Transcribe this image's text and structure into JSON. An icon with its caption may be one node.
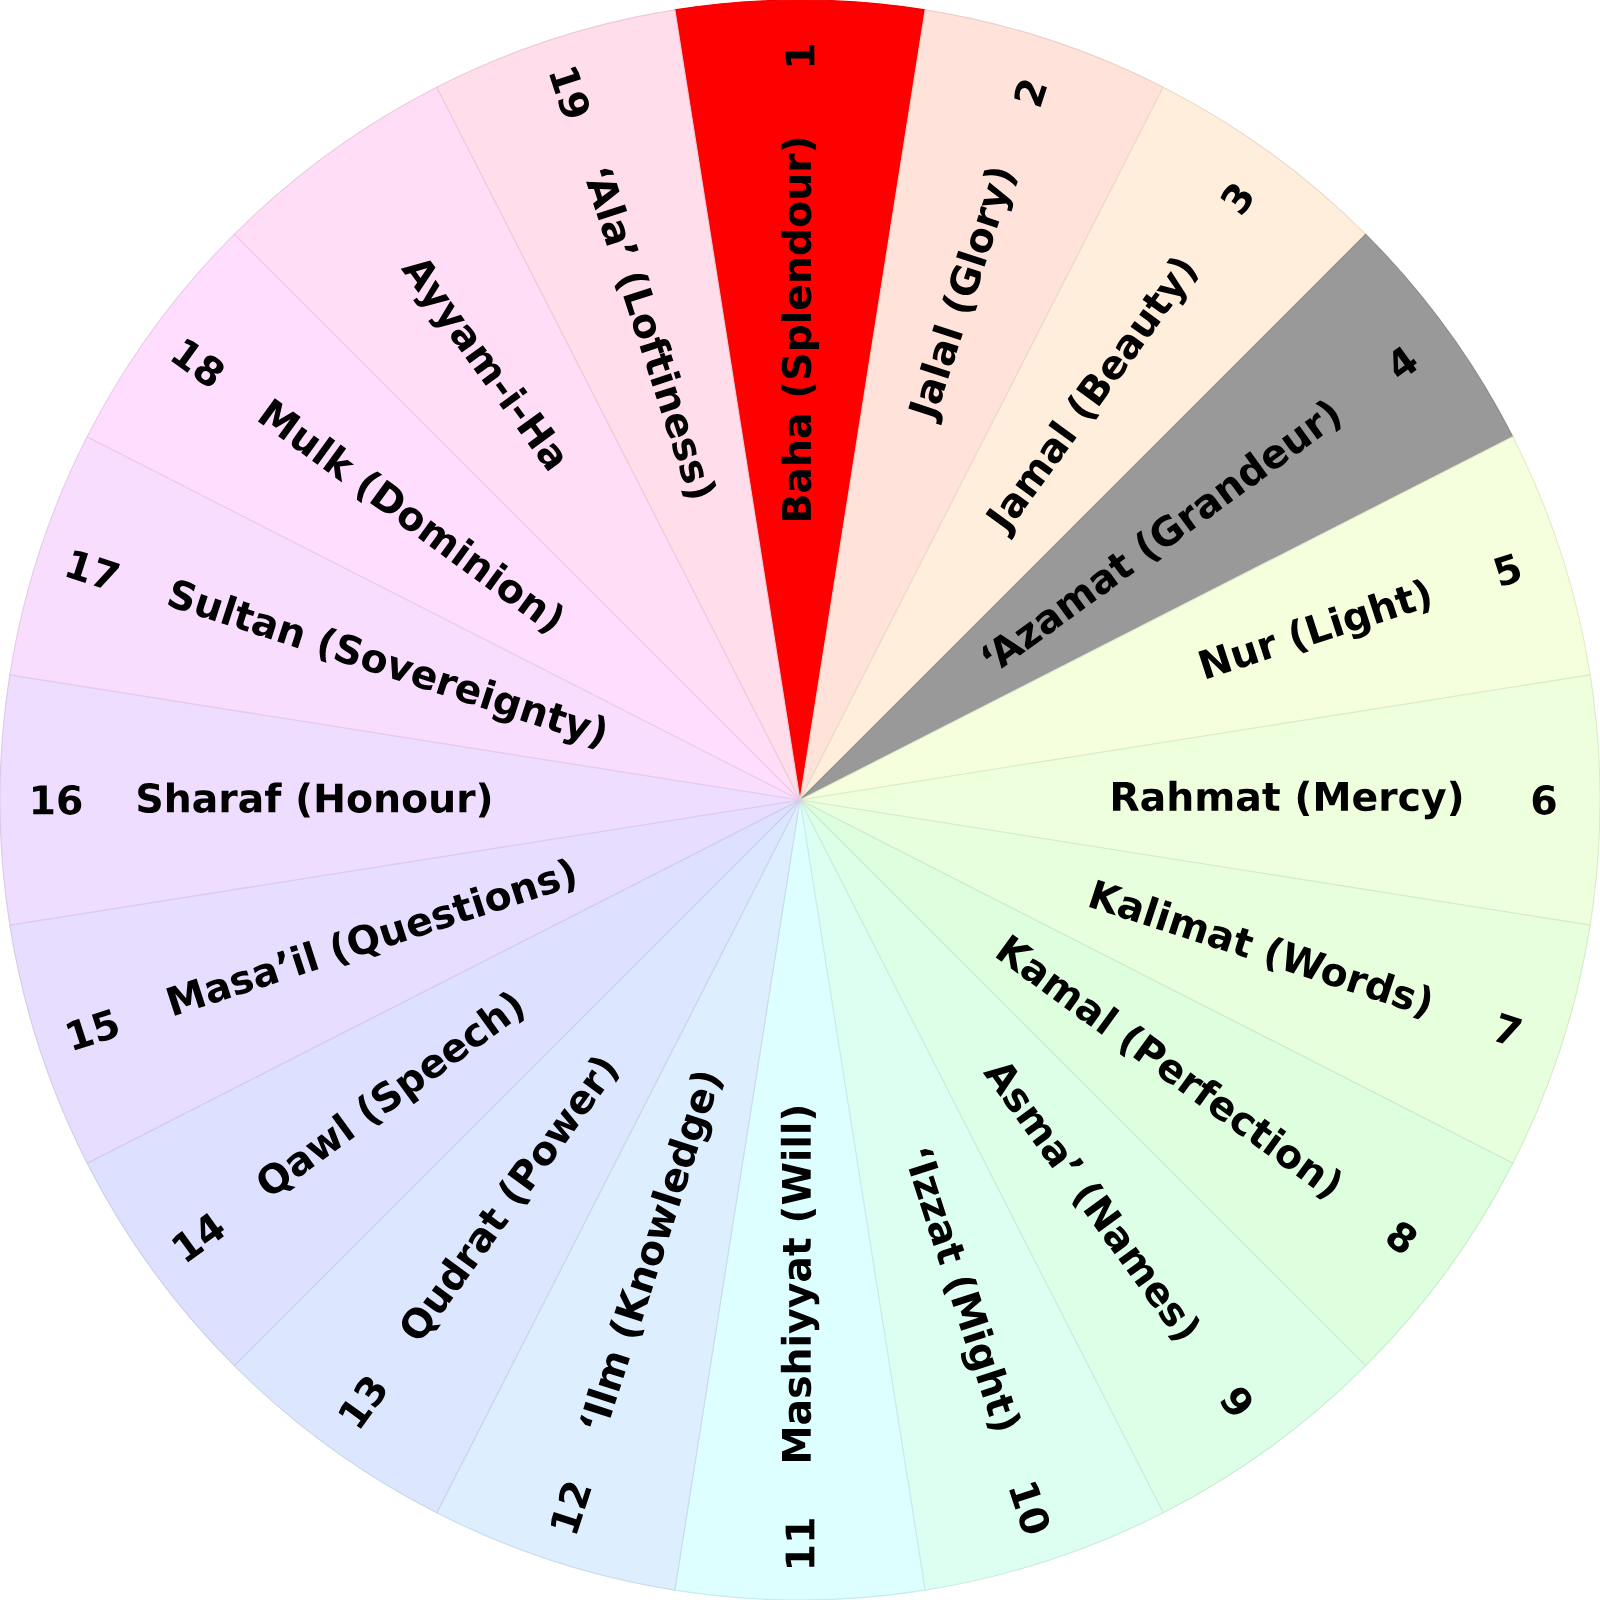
{
  "diagram": {
    "nodes": [
      {
        "text": [
          "Baha (Splendour)",
          "1"
        ]
      },
      {
        "text": [
          "Jalal (Glory)",
          "2"
        ]
      },
      {
        "text": [
          "Jamal (Beauty)",
          "3"
        ]
      },
      {
        "text": [
          "ʻAzamat (Grandeur)",
          "4"
        ]
      },
      {
        "text": [
          "Nur (Light)",
          "5"
        ]
      },
      {
        "text": [
          "Rahmat (Mercy)",
          "6"
        ]
      },
      {
        "text": [
          "Kalimat (Words)",
          "7"
        ]
      },
      {
        "text": [
          "Kamal (Perfection)",
          "8"
        ]
      },
      {
        "text": [
          "Asmaʼ (Names)",
          "9"
        ]
      },
      {
        "text": [
          "ʻIzzat (Might)",
          "10"
        ]
      },
      {
        "text": [
          "11",
          "Mashiyyat (Will)"
        ]
      },
      {
        "text": [
          "12",
          "ʻIlm (Knowledge)"
        ]
      },
      {
        "text": [
          "13",
          "Qudrat (Power)"
        ]
      },
      {
        "text": [
          "14",
          "Qawl (Speech)"
        ]
      },
      {
        "text": [
          "15",
          "Masaʼil (Questions)"
        ]
      },
      {
        "text": [
          "16",
          "Sharaf (Honour)"
        ]
      },
      {
        "text": [
          "17",
          "Sultan (Sovereignty)"
        ]
      },
      {
        "text": [
          "18",
          "Mulk (Dominion)"
        ]
      },
      {
        "text": [
          "Ayyam-i-Ha"
        ]
      },
      {
        "text": [
          "19",
          "ʻAlaʼ (Loftiness)"
        ]
      }
    ]
  }
}
